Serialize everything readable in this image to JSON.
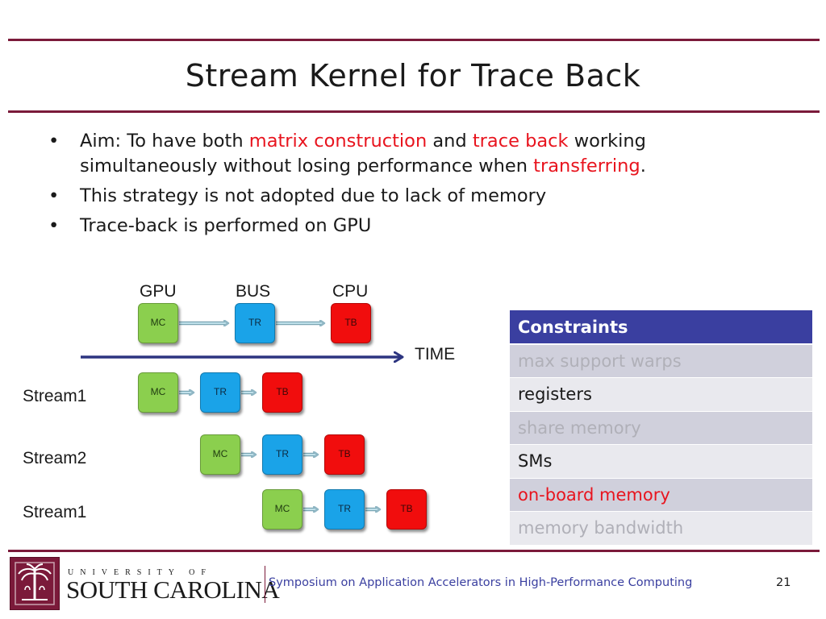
{
  "slide": {
    "title": "Stream Kernel for Trace Back",
    "bullets": [
      {
        "segments": [
          {
            "text": "Aim: To have both ",
            "color": "default"
          },
          {
            "text": "matrix construction",
            "color": "red"
          },
          {
            "text": " and ",
            "color": "default"
          },
          {
            "text": "trace back",
            "color": "red"
          },
          {
            "text": " working simultaneously without losing performance when ",
            "color": "default"
          },
          {
            "text": "transferring",
            "color": "red"
          },
          {
            "text": ".",
            "color": "default"
          }
        ]
      },
      {
        "segments": [
          {
            "text": "This strategy is not adopted due to lack of memory",
            "color": "default"
          }
        ]
      },
      {
        "segments": [
          {
            "text": "Trace-back is performed on GPU",
            "color": "default"
          }
        ]
      }
    ],
    "bullet_char": "•"
  },
  "diagram": {
    "header_labels": {
      "gpu": "GPU",
      "bus": "BUS",
      "cpu": "CPU"
    },
    "time_label": "TIME",
    "stream_labels": [
      "Stream1",
      "Stream2",
      "Stream1"
    ],
    "box_labels": {
      "mc": "MC",
      "tr": "TR",
      "tb": "TB"
    }
  },
  "constraints_table": {
    "header": "Constraints",
    "rows": [
      {
        "text": "max support warps",
        "color": "#b0b0b8"
      },
      {
        "text": "registers",
        "color": "#1a1a1a"
      },
      {
        "text": "share memory",
        "color": "#b0b0b8"
      },
      {
        "text": "SMs",
        "color": "#1a1a1a"
      },
      {
        "text": "on-board memory",
        "color": "#e8141e"
      },
      {
        "text": "memory bandwidth",
        "color": "#b0b0b8"
      }
    ]
  },
  "footer": {
    "university_line": "UNIVERSITY OF",
    "university_name": "SOUTH CAROLINA",
    "conference": "Symposium on Application Accelerators in High-Performance Computing",
    "page_number": "21"
  },
  "colors": {
    "accent_maroon": "#7b1a3a",
    "highlight_red": "#e8141e",
    "table_header_blue": "#3a3fa0",
    "box_green": "#8bcf4e",
    "box_blue": "#1aa3e8",
    "box_red": "#f10d0d"
  }
}
